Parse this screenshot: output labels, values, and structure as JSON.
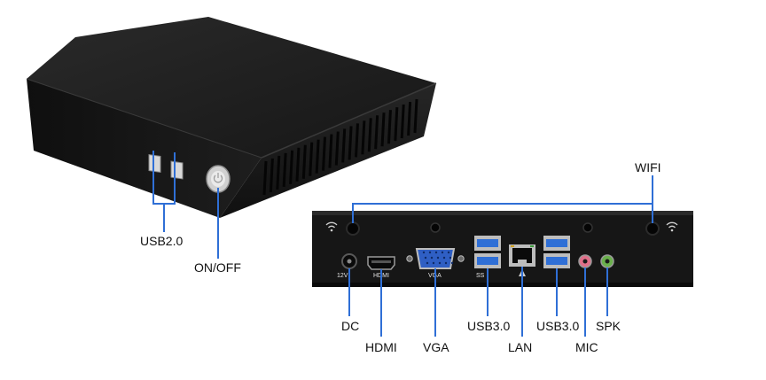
{
  "labels": {
    "usb2": "USB2.0",
    "onoff": "ON/OFF",
    "wifi": "WIFI",
    "dc": "DC",
    "hdmi": "HDMI",
    "vga": "VGA",
    "usb3_left": "USB3.0",
    "lan": "LAN",
    "usb3_right": "USB3.0",
    "mic": "MIC",
    "spk": "SPK"
  },
  "panel_text": {
    "dc_rating": "12V",
    "hdmi": "HDMI",
    "vga": "VGA",
    "usb3_logo": "SS"
  },
  "colors": {
    "case": "#1c1c1c",
    "usb3_port": "#2f6fd6",
    "callout_line": "#2f6fd6",
    "mic_jack": "#e0708a",
    "spk_jack": "#6ab04c"
  }
}
